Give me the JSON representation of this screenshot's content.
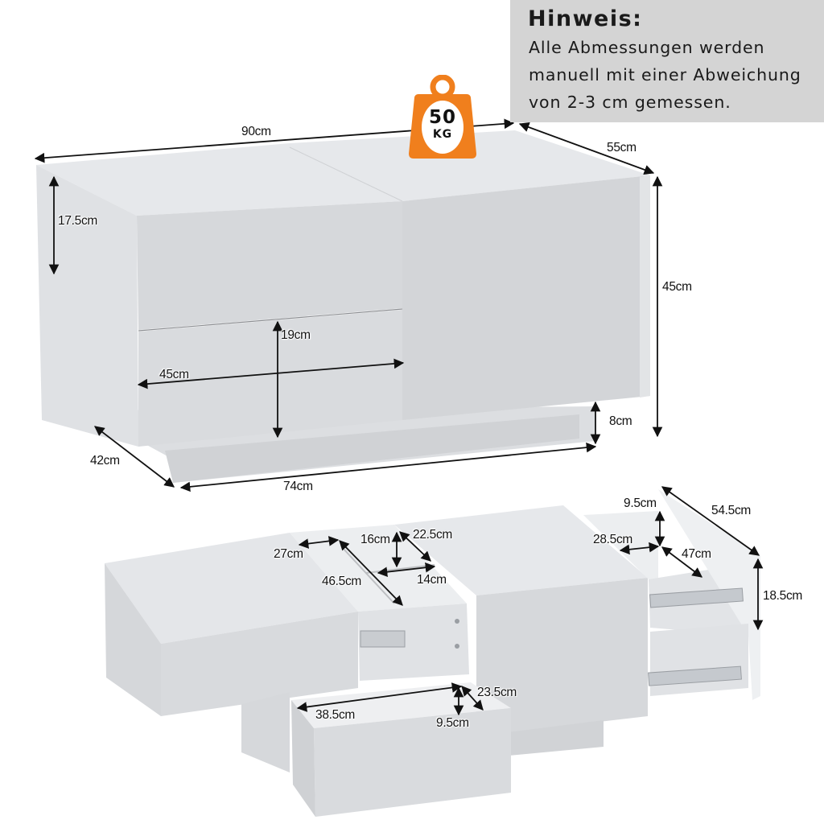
{
  "note": {
    "title": "Hinweis:",
    "lines": [
      "Alle Abmessungen werden",
      "manuell mit einer Abweichung",
      "von 2-3 cm gemessen."
    ],
    "background_color": "#d4d4d4"
  },
  "weight_badge": {
    "icon": "weight-icon",
    "value": "50",
    "unit": "KG",
    "color": "#f07f1d"
  },
  "closed_view": {
    "dimensions": {
      "total_width": "90cm",
      "total_depth": "55cm",
      "total_height": "45cm",
      "top_drawer_height": "17.5cm",
      "lower_drawer_height": "19cm",
      "lower_drawer_width": "45cm",
      "base_height": "8cm",
      "base_depth": "42cm",
      "base_width": "74cm"
    }
  },
  "open_view": {
    "top_compartment": {
      "width": "27cm",
      "depth": "46.5cm",
      "small_height": "16cm",
      "small_depth": "22.5cm",
      "small_width": "14cm"
    },
    "front_drawer": {
      "width": "38.5cm",
      "depth": "23.5cm",
      "height": "9.5cm"
    },
    "side_drawer": {
      "height_inner": "9.5cm",
      "width": "28.5cm",
      "depth": "47cm",
      "panel_length": "54.5cm",
      "panel_height": "18.5cm"
    }
  },
  "colors": {
    "furniture_light": "#e4e6e9",
    "furniture_mid": "#d3d5d8",
    "furniture_dark": "#c4c6ca",
    "arrow": "#111111",
    "accent": "#f07f1d"
  }
}
